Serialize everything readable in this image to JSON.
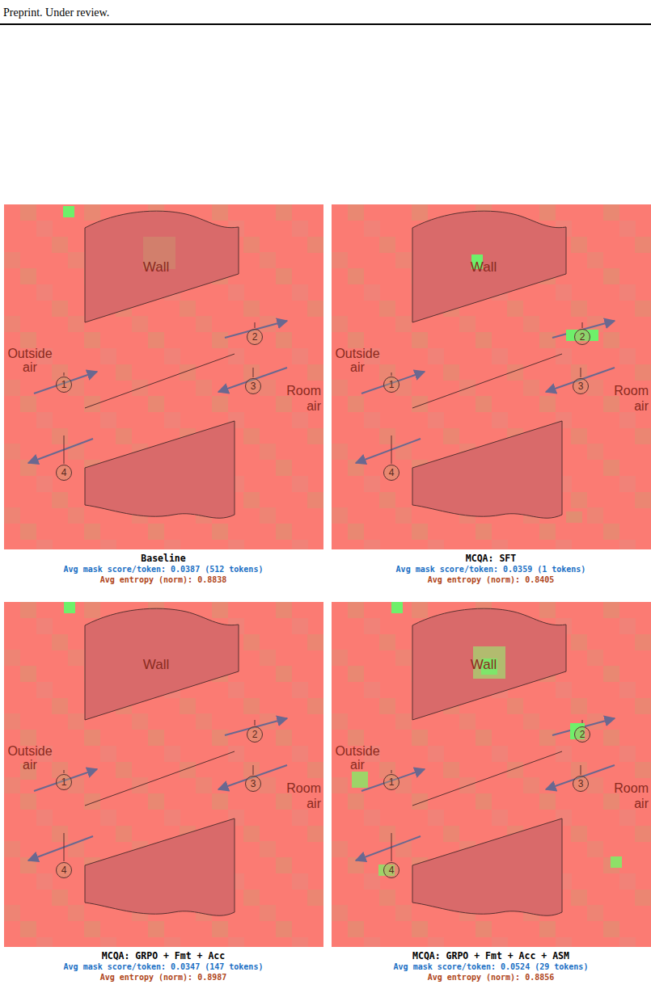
{
  "diagram": {
    "nodes": [
      {
        "text": [
          "Wall"
        ]
      },
      {
        "text": [
          "2"
        ]
      },
      {
        "text": [
          "1"
        ]
      },
      {
        "text": [
          "3"
        ]
      },
      {
        "text": [
          "4"
        ]
      },
      {
        "text": [
          "Wall"
        ]
      },
      {
        "text": [
          "2"
        ]
      },
      {
        "text": [
          "1"
        ]
      },
      {
        "text": [
          "3"
        ]
      },
      {
        "text": [
          "4"
        ]
      },
      {
        "text": [
          "Wall"
        ]
      },
      {
        "text": [
          "2"
        ]
      },
      {
        "text": [
          "1"
        ]
      },
      {
        "text": [
          "3"
        ]
      },
      {
        "text": [
          "4"
        ]
      },
      {
        "text": [
          "Wall"
        ]
      },
      {
        "text": [
          "2"
        ]
      },
      {
        "text": [
          "1"
        ]
      },
      {
        "text": [
          "3"
        ]
      },
      {
        "text": [
          "4"
        ]
      }
    ],
    "labels": [
      "Preprint. Under review.",
      "Outside air",
      "Room air",
      "Baseline",
      "Avg mask score/token: 0.0387 (512 tokens)",
      "Avg entropy (norm): 0.8838",
      "Outside air",
      "Room air",
      "MCQA: SFT",
      "Avg mask score/token: 0.0359 (1 tokens)",
      "Avg entropy (norm): 0.8405",
      "Outside air",
      "Room air",
      "MCQA: GRPO + Fmt + Acc",
      "Avg mask score/token: 0.0347 (147 tokens)",
      "Avg entropy (norm): 0.8987",
      "Outside air",
      "Room air",
      "MCQA: GRPO + Fmt + Acc + ASM",
      "Avg mask score/token: 0.0524 (29 tokens)",
      "Avg entropy (norm): 0.8856"
    ]
  }
}
